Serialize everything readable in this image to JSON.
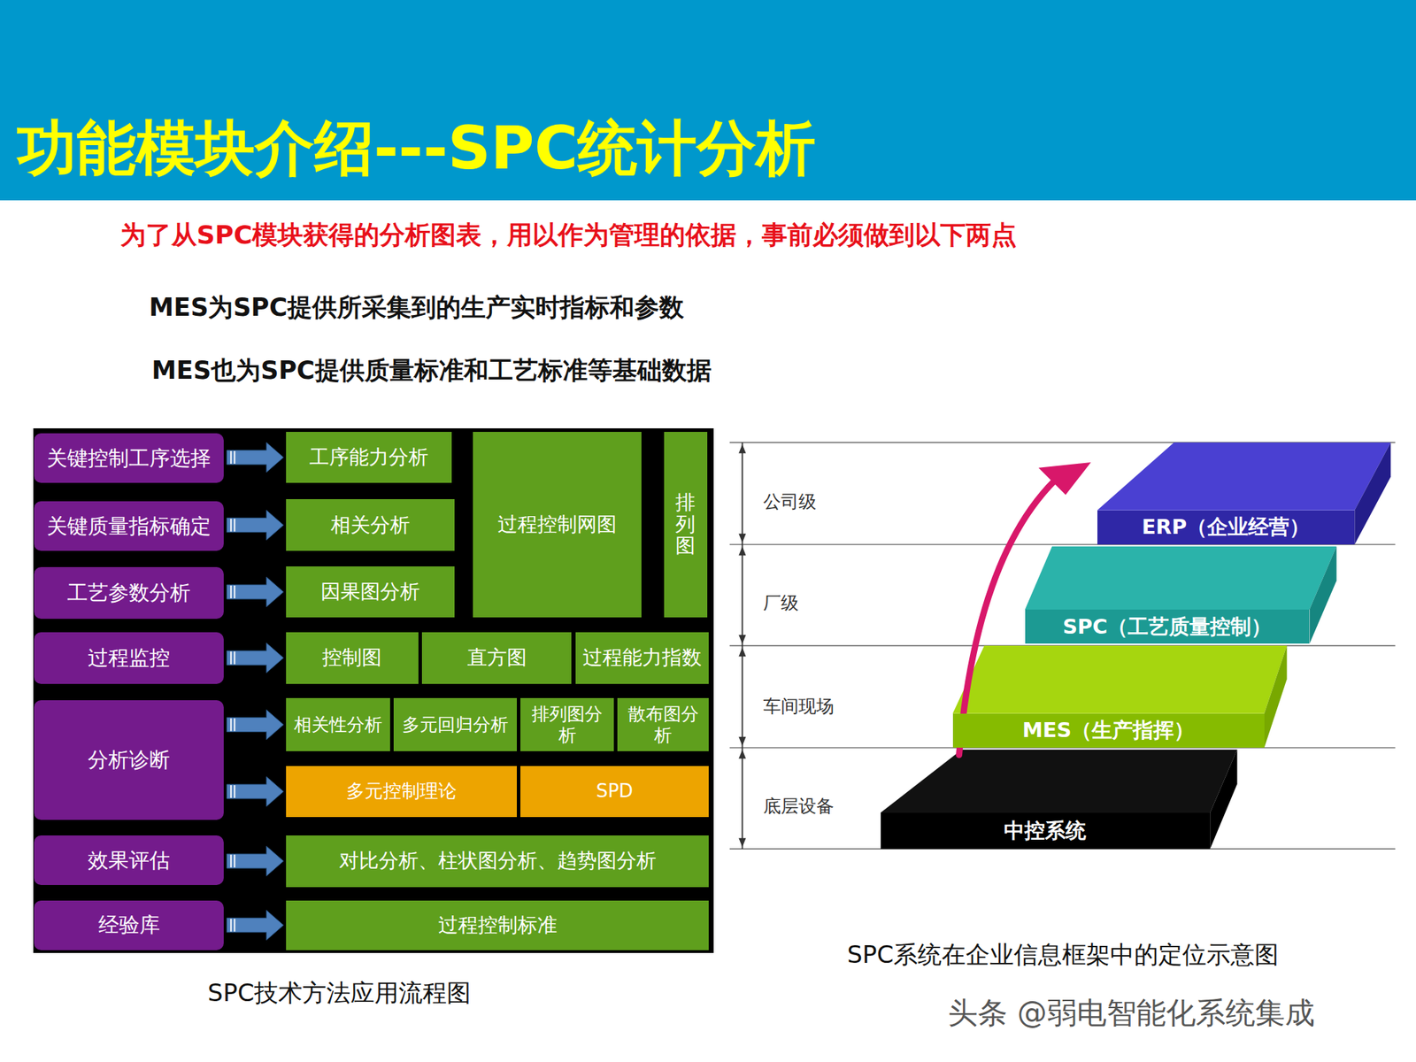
{
  "diagram": {
    "title": "功能模块介绍---SPC统计分析",
    "nodes": [
      {
        "text": [
          "关键控制工序选择"
        ]
      },
      {
        "text": [
          "工序能力分析"
        ]
      },
      {
        "text": [
          "过程控制网图"
        ]
      },
      {
        "text": [
          "排列图"
        ]
      },
      {
        "text": [
          "关键质量指标确定"
        ]
      },
      {
        "text": [
          "相关分析"
        ]
      },
      {
        "text": [
          "工艺参数分析"
        ]
      },
      {
        "text": [
          "因果图分析"
        ]
      },
      {
        "text": [
          "过程监控"
        ]
      },
      {
        "text": [
          "控制图"
        ]
      },
      {
        "text": [
          "直方图"
        ]
      },
      {
        "text": [
          "过程能力指数"
        ]
      },
      {
        "text": [
          "分析诊断"
        ]
      },
      {
        "text": [
          "相关性分析"
        ]
      },
      {
        "text": [
          "多元回归分析"
        ]
      },
      {
        "text": [
          "排列图分析"
        ]
      },
      {
        "text": [
          "散布图分析"
        ]
      },
      {
        "text": [
          "多元控制理论"
        ]
      },
      {
        "text": [
          "SPD"
        ]
      },
      {
        "text": [
          "效果评估"
        ]
      },
      {
        "text": [
          "对比分析、柱状图分析、趋势图分析"
        ]
      },
      {
        "text": [
          "经验库"
        ]
      },
      {
        "text": [
          "过程控制标准"
        ]
      },
      {
        "text": [
          "ERP（企业经营）"
        ]
      },
      {
        "text": [
          "SPC（工艺质量控制）"
        ]
      },
      {
        "text": [
          "MES（生产指挥）"
        ]
      },
      {
        "text": [
          "中控系统"
        ]
      }
    ],
    "edges": [
      {
        "from": 0,
        "to": 1,
        "arrow": "to"
      },
      {
        "from": 4,
        "to": 5,
        "arrow": "to"
      },
      {
        "from": 6,
        "to": 7,
        "arrow": "to"
      },
      {
        "from": 8,
        "to": 9,
        "arrow": "to"
      },
      {
        "from": 12,
        "to": 13,
        "arrow": "to"
      },
      {
        "from": 12,
        "to": 17,
        "arrow": "to"
      },
      {
        "from": 19,
        "to": 20,
        "arrow": "to"
      },
      {
        "from": 21,
        "to": 22,
        "arrow": "to"
      }
    ],
    "labels": [
      "为了从SPC模块获得的分析图表，用以作为管理的依据，事前必须做到以下两点",
      "MES为SPC提供所采集到的生产实时指标和参数",
      "MES也为SPC提供质量标准和工艺标准等基础数据",
      "公司级",
      "厂级",
      "车间现场",
      "底层设备",
      "SPC技术方法应用流程图",
      "SPC系统在企业信息框架中的定位示意图",
      "头条 @弱电智能化系统集成"
    ]
  }
}
